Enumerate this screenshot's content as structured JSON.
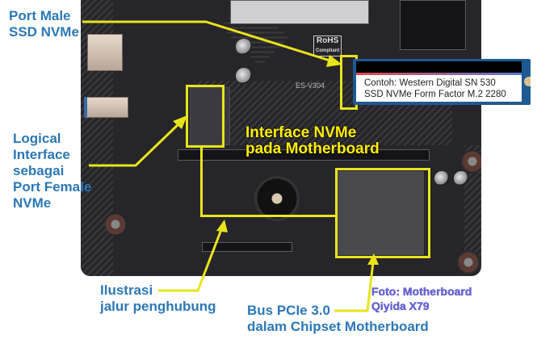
{
  "labels": {
    "port_male": [
      "Port Male",
      "SSD NVMe"
    ],
    "logical_interface": [
      "Logical",
      "Interface",
      "sebagai",
      "Port Female",
      "NVMe"
    ],
    "interface_nvme": [
      "Interface NVMe",
      "pada Motherboard"
    ],
    "ilustrasi": [
      "Ilustrasi",
      "jalur penghubung"
    ],
    "bus_pcie": [
      "Bus PCIe 3.0",
      "dalam Chipset Motherboard"
    ],
    "credit": [
      "Foto: Motherboard",
      "Qiyida X79"
    ]
  },
  "ssd": {
    "line1": "Contoh: Western Digital SN 530",
    "line2": "SSD NVMe Form Factor M.2 2280"
  },
  "board": {
    "model": "ES-V304",
    "rohs": "RoHS",
    "rohs_sub": "Compliant"
  },
  "colors": {
    "label_blue": "#2b78b8",
    "highlight_yellow": "#e8e41a",
    "credit_purple": "#6a66e0",
    "pcb": "#26252a"
  }
}
